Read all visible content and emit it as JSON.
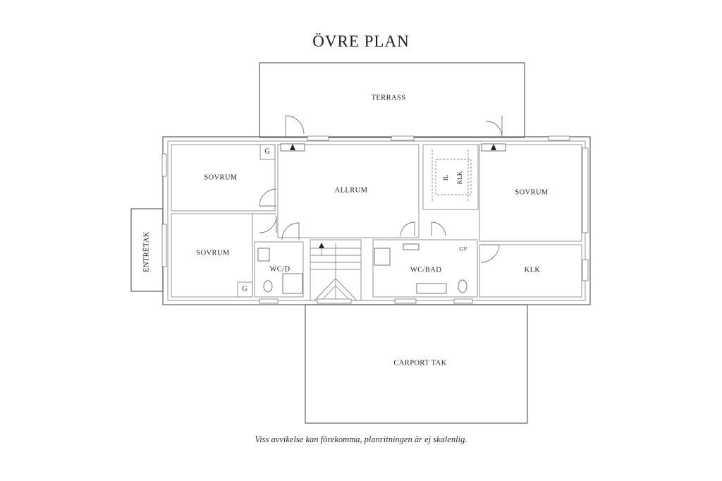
{
  "title": "ÖVRE PLAN",
  "disclaimer": "Viss avvikelse kan förekomma, planritningen är ej skalenlig.",
  "rooms": {
    "terrass": "TERRASS",
    "sovrum_top_left": "SOVRUM",
    "sovrum_bottom_left": "SOVRUM",
    "allrum": "ALLRUM",
    "sovrum_right": "SOVRUM",
    "klk": "KLK",
    "wc_d": "WC/D",
    "wc_bad": "WC/BAD",
    "entretak": "ENTRÉTAK",
    "carport_tak": "CARPORT TAK"
  },
  "markers": {
    "g1": "G",
    "g2": "G",
    "gv": "GV",
    "il": "IL",
    "klk_closet": "KLK"
  }
}
